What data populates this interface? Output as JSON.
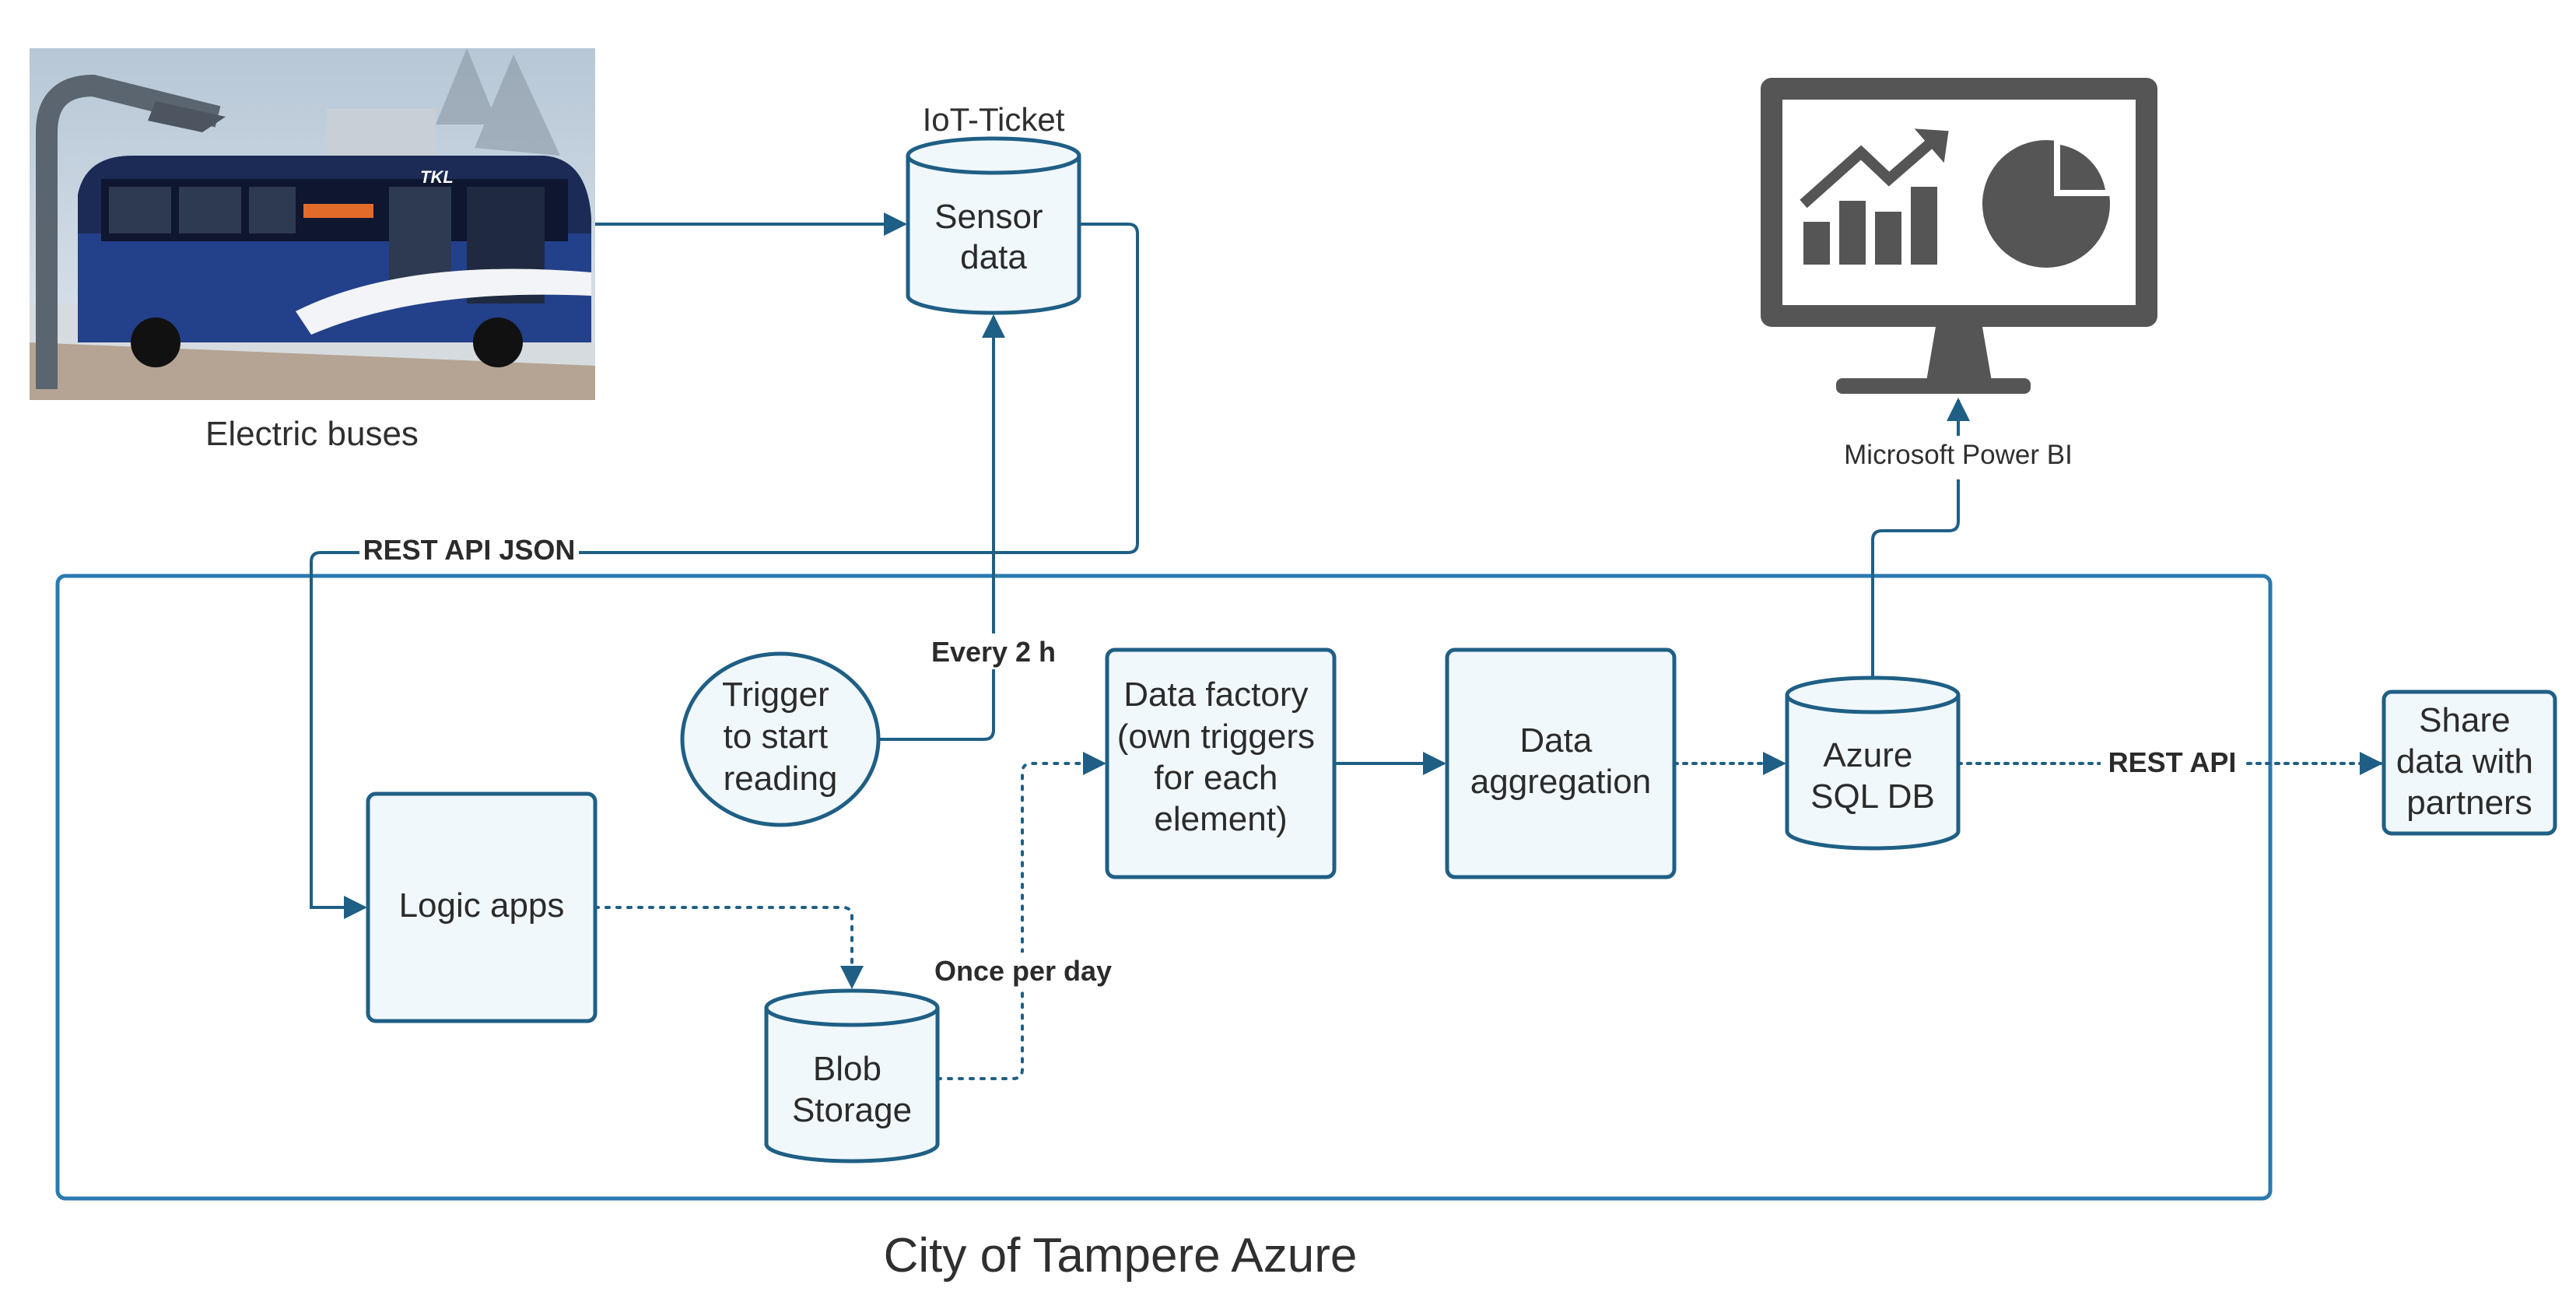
{
  "title": "City of Tampere Azure",
  "nodes": {
    "electric_buses": {
      "caption": "Electric buses"
    },
    "sensor_data": {
      "header": "IoT-Ticket",
      "lines": [
        "Sensor",
        "data"
      ]
    },
    "trigger": {
      "lines": [
        "Trigger",
        "to start",
        "reading"
      ]
    },
    "logic_apps": {
      "lines": [
        "Logic apps"
      ]
    },
    "blob_storage": {
      "lines": [
        "Blob",
        "Storage"
      ]
    },
    "data_factory": {
      "lines": [
        "Data factory",
        "(own triggers",
        "for each",
        "element)"
      ]
    },
    "data_aggregation": {
      "lines": [
        "Data",
        "aggregation"
      ]
    },
    "azure_sql": {
      "lines": [
        "Azure",
        "SQL DB"
      ]
    },
    "share_partners": {
      "lines": [
        "Share",
        "data with",
        "partners"
      ]
    },
    "power_bi": {
      "caption": "Microsoft Power BI"
    }
  },
  "edge_labels": {
    "rest_api_json": "REST API JSON",
    "every_2h": "Every 2 h",
    "once_per_day": "Once per day",
    "rest_api": "REST API"
  },
  "colors": {
    "stroke": "#1f5f85",
    "fill": "#f1f8fc",
    "monitor": "#555555",
    "text": "#2b2b2b"
  },
  "icons": {
    "bus_photo": "electric-bus-photo",
    "monitor": "monitor-chart-icon"
  }
}
